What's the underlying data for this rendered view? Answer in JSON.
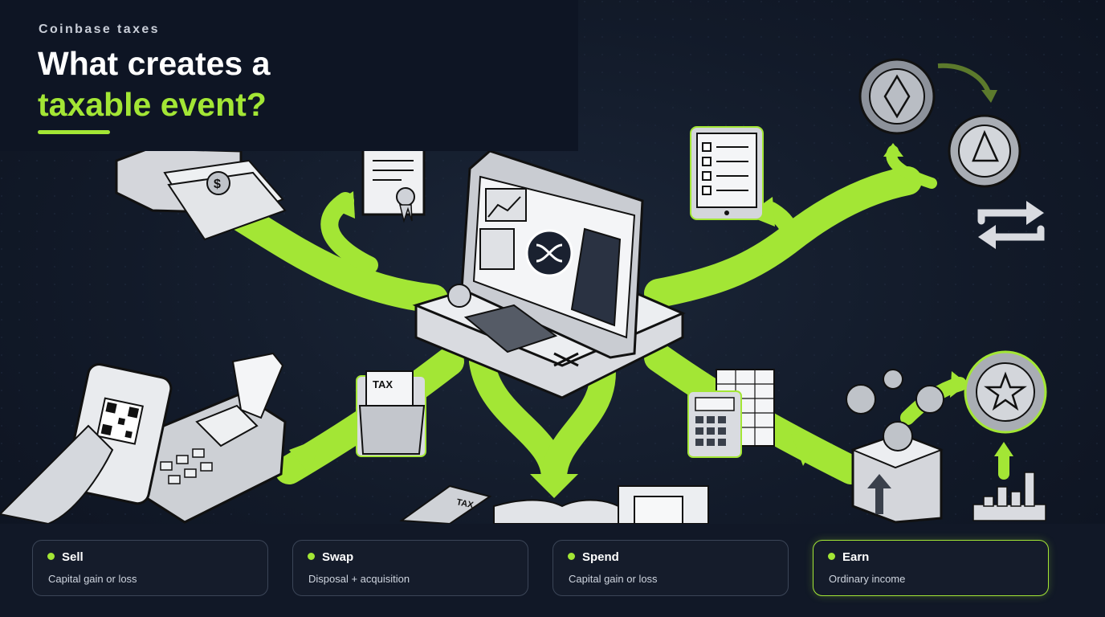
{
  "header": {
    "eyebrow": "Coinbase taxes",
    "title_line1": "What creates a",
    "title_line2": "taxable event?"
  },
  "illustration": {
    "tax_label": "TAX",
    "tax_label_ledger": "TAX"
  },
  "cards": [
    {
      "name": "Sell",
      "desc": "Capital gain or loss"
    },
    {
      "name": "Swap",
      "desc": "Disposal + acquisition"
    },
    {
      "name": "Spend",
      "desc": "Capital gain or loss"
    },
    {
      "name": "Earn",
      "desc": "Ordinary income"
    }
  ],
  "colors": {
    "accent": "#a3e635",
    "background": "#121a29",
    "card_border": "#3b4557"
  }
}
